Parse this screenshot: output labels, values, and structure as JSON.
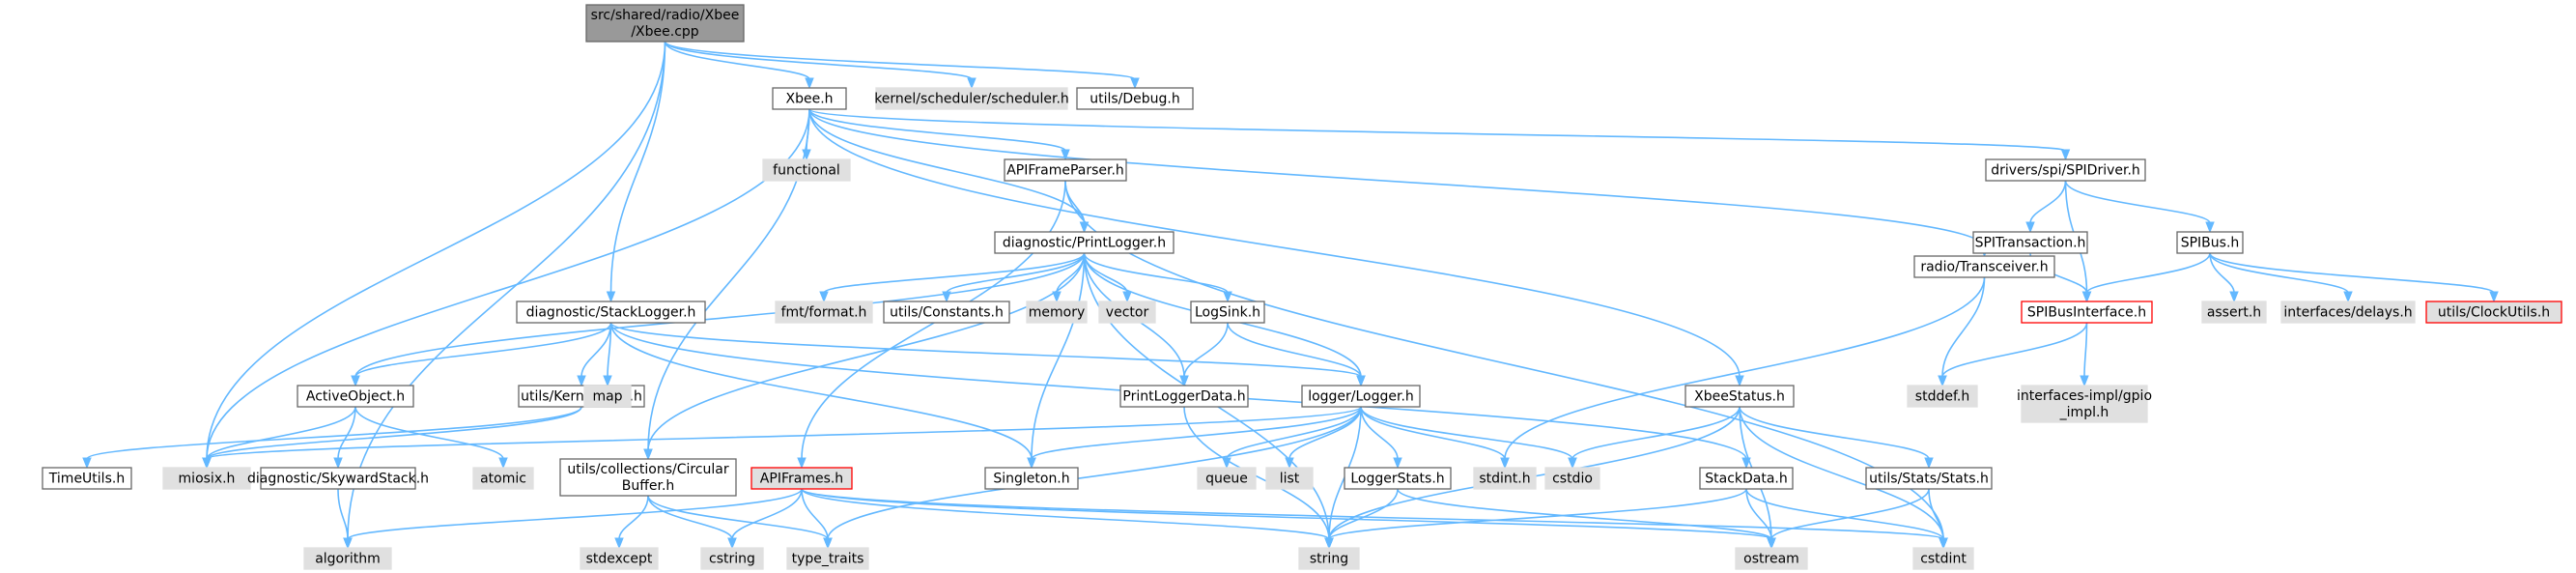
{
  "colors": {
    "root_fill": "#999999",
    "root_stroke": "#666666",
    "doc_fill": "#ffffff",
    "doc_stroke": "#666666",
    "sys_fill": "#e0e0e0",
    "sys_stroke": "#e0e0e0",
    "red_stroke": "#ff0000",
    "edge": "#63b8ff"
  },
  "nodes": [
    {
      "id": "root",
      "kind": "root",
      "lines": [
        "src/shared/radio/Xbee",
        "/Xbee.cpp"
      ]
    },
    {
      "id": "xbee_h",
      "kind": "doc",
      "lines": [
        "Xbee.h"
      ]
    },
    {
      "id": "scheduler",
      "kind": "sys",
      "lines": [
        "kernel/scheduler/scheduler.h"
      ]
    },
    {
      "id": "debug",
      "kind": "doc",
      "lines": [
        "utils/Debug.h"
      ]
    },
    {
      "id": "functional",
      "kind": "sys",
      "lines": [
        "functional"
      ]
    },
    {
      "id": "apiframeparser",
      "kind": "doc",
      "lines": [
        "APIFrameParser.h"
      ]
    },
    {
      "id": "spidriver",
      "kind": "doc",
      "lines": [
        "drivers/spi/SPIDriver.h"
      ]
    },
    {
      "id": "printlogger",
      "kind": "doc",
      "lines": [
        "diagnostic/PrintLogger.h"
      ]
    },
    {
      "id": "spitransaction",
      "kind": "doc",
      "lines": [
        "SPITransaction.h"
      ]
    },
    {
      "id": "spibus",
      "kind": "doc",
      "lines": [
        "SPIBus.h"
      ]
    },
    {
      "id": "stacklogger",
      "kind": "doc",
      "lines": [
        "diagnostic/StackLogger.h"
      ]
    },
    {
      "id": "fmt",
      "kind": "sys",
      "lines": [
        "fmt/format.h"
      ]
    },
    {
      "id": "constants",
      "kind": "doc",
      "lines": [
        "utils/Constants.h"
      ]
    },
    {
      "id": "memory",
      "kind": "sys",
      "lines": [
        "memory"
      ]
    },
    {
      "id": "vector",
      "kind": "sys",
      "lines": [
        "vector"
      ]
    },
    {
      "id": "logsink",
      "kind": "doc",
      "lines": [
        "LogSink.h"
      ]
    },
    {
      "id": "transceiver",
      "kind": "doc",
      "lines": [
        "radio/Transceiver.h"
      ]
    },
    {
      "id": "spibusinterface",
      "kind": "red",
      "lines": [
        "SPIBusInterface.h"
      ]
    },
    {
      "id": "assert",
      "kind": "sys",
      "lines": [
        "assert.h"
      ]
    },
    {
      "id": "delays",
      "kind": "sys",
      "lines": [
        "interfaces/delays.h"
      ]
    },
    {
      "id": "clockutils",
      "kind": "red_light",
      "lines": [
        "utils/ClockUtils.h"
      ]
    },
    {
      "id": "kerneltime",
      "kind": "doc",
      "lines": [
        "utils/KernelTime.h"
      ]
    },
    {
      "id": "activeobject",
      "kind": "doc",
      "lines": [
        "ActiveObject.h"
      ]
    },
    {
      "id": "map",
      "kind": "sys",
      "lines": [
        "map"
      ]
    },
    {
      "id": "printloggerdata",
      "kind": "doc",
      "lines": [
        "PrintLoggerData.h"
      ]
    },
    {
      "id": "logger",
      "kind": "doc",
      "lines": [
        "logger/Logger.h"
      ]
    },
    {
      "id": "xbeestatus",
      "kind": "doc",
      "lines": [
        "XbeeStatus.h"
      ]
    },
    {
      "id": "stddef",
      "kind": "sys",
      "lines": [
        "stddef.h"
      ]
    },
    {
      "id": "gpio",
      "kind": "sys",
      "lines": [
        "interfaces-impl/gpio",
        "_impl.h"
      ]
    },
    {
      "id": "timeutils",
      "kind": "doc",
      "lines": [
        "TimeUtils.h"
      ]
    },
    {
      "id": "miosix",
      "kind": "sys",
      "lines": [
        "miosix.h"
      ]
    },
    {
      "id": "skywardstack",
      "kind": "doc",
      "lines": [
        "diagnostic/SkywardStack.h"
      ]
    },
    {
      "id": "atomic",
      "kind": "sys",
      "lines": [
        "atomic"
      ]
    },
    {
      "id": "circularbuffer",
      "kind": "doc",
      "lines": [
        "utils/collections/Circular",
        "Buffer.h"
      ]
    },
    {
      "id": "apiframes",
      "kind": "red_light",
      "lines": [
        "APIFrames.h"
      ]
    },
    {
      "id": "singleton",
      "kind": "doc",
      "lines": [
        "Singleton.h"
      ]
    },
    {
      "id": "queue",
      "kind": "sys",
      "lines": [
        "queue"
      ]
    },
    {
      "id": "list",
      "kind": "sys",
      "lines": [
        "list"
      ]
    },
    {
      "id": "loggerstats",
      "kind": "doc",
      "lines": [
        "LoggerStats.h"
      ]
    },
    {
      "id": "stdint",
      "kind": "sys",
      "lines": [
        "stdint.h"
      ]
    },
    {
      "id": "cstdio",
      "kind": "sys",
      "lines": [
        "cstdio"
      ]
    },
    {
      "id": "stackdata",
      "kind": "doc",
      "lines": [
        "StackData.h"
      ]
    },
    {
      "id": "stats",
      "kind": "doc",
      "lines": [
        "utils/Stats/Stats.h"
      ]
    },
    {
      "id": "algorithm",
      "kind": "sys",
      "lines": [
        "algorithm"
      ]
    },
    {
      "id": "stdexcept",
      "kind": "sys",
      "lines": [
        "stdexcept"
      ]
    },
    {
      "id": "cstring",
      "kind": "sys",
      "lines": [
        "cstring"
      ]
    },
    {
      "id": "type_traits",
      "kind": "sys",
      "lines": [
        "type_traits"
      ]
    },
    {
      "id": "string",
      "kind": "sys",
      "lines": [
        "string"
      ]
    },
    {
      "id": "ostream",
      "kind": "sys",
      "lines": [
        "ostream"
      ]
    },
    {
      "id": "cstdint",
      "kind": "sys",
      "lines": [
        "cstdint"
      ]
    }
  ],
  "edges": [
    [
      "root",
      "xbee_h"
    ],
    [
      "root",
      "scheduler"
    ],
    [
      "root",
      "debug"
    ],
    [
      "root",
      "stacklogger"
    ],
    [
      "root",
      "miosix"
    ],
    [
      "root",
      "algorithm"
    ],
    [
      "xbee_h",
      "functional"
    ],
    [
      "xbee_h",
      "apiframeparser"
    ],
    [
      "xbee_h",
      "spidriver"
    ],
    [
      "xbee_h",
      "printlogger"
    ],
    [
      "xbee_h",
      "transceiver"
    ],
    [
      "xbee_h",
      "xbeestatus"
    ],
    [
      "xbee_h",
      "circularbuffer"
    ],
    [
      "xbee_h",
      "miosix"
    ],
    [
      "apiframeparser",
      "printlogger"
    ],
    [
      "apiframeparser",
      "apiframes"
    ],
    [
      "apiframeparser",
      "cstdint"
    ],
    [
      "spidriver",
      "spitransaction"
    ],
    [
      "spidriver",
      "spibus"
    ],
    [
      "spidriver",
      "spibusinterface"
    ],
    [
      "spitransaction",
      "spibusinterface"
    ],
    [
      "spibus",
      "spibusinterface"
    ],
    [
      "spibus",
      "assert"
    ],
    [
      "spibus",
      "delays"
    ],
    [
      "spibus",
      "clockutils"
    ],
    [
      "spibusinterface",
      "stddef"
    ],
    [
      "spibusinterface",
      "gpio"
    ],
    [
      "printlogger",
      "fmt"
    ],
    [
      "printlogger",
      "constants"
    ],
    [
      "printlogger",
      "memory"
    ],
    [
      "printlogger",
      "vector"
    ],
    [
      "printlogger",
      "logsink"
    ],
    [
      "printlogger",
      "printloggerdata"
    ],
    [
      "printlogger",
      "logger"
    ],
    [
      "printlogger",
      "activeobject"
    ],
    [
      "printlogger",
      "circularbuffer"
    ],
    [
      "printlogger",
      "singleton"
    ],
    [
      "printlogger",
      "string"
    ],
    [
      "logsink",
      "printloggerdata"
    ],
    [
      "logsink",
      "logger"
    ],
    [
      "printloggerdata",
      "string"
    ],
    [
      "stacklogger",
      "map"
    ],
    [
      "stacklogger",
      "kerneltime"
    ],
    [
      "stacklogger",
      "activeobject"
    ],
    [
      "stacklogger",
      "logger"
    ],
    [
      "stacklogger",
      "singleton"
    ],
    [
      "stacklogger",
      "stackdata"
    ],
    [
      "kerneltime",
      "timeutils"
    ],
    [
      "kerneltime",
      "miosix"
    ],
    [
      "activeobject",
      "miosix"
    ],
    [
      "activeobject",
      "skywardstack"
    ],
    [
      "activeobject",
      "atomic"
    ],
    [
      "skywardstack",
      "algorithm"
    ],
    [
      "circularbuffer",
      "stdexcept"
    ],
    [
      "circularbuffer",
      "cstring"
    ],
    [
      "circularbuffer",
      "type_traits"
    ],
    [
      "logger",
      "singleton"
    ],
    [
      "logger",
      "queue"
    ],
    [
      "logger",
      "list"
    ],
    [
      "logger",
      "loggerstats"
    ],
    [
      "logger",
      "stdint"
    ],
    [
      "logger",
      "cstdio"
    ],
    [
      "logger",
      "string"
    ],
    [
      "logger",
      "type_traits"
    ],
    [
      "logger",
      "miosix"
    ],
    [
      "loggerstats",
      "string"
    ],
    [
      "loggerstats",
      "ostream"
    ],
    [
      "transceiver",
      "stddef"
    ],
    [
      "transceiver",
      "stdint"
    ],
    [
      "xbeestatus",
      "cstdio"
    ],
    [
      "xbeestatus",
      "stats"
    ],
    [
      "xbeestatus",
      "ostream"
    ],
    [
      "xbeestatus",
      "string"
    ],
    [
      "xbeestatus",
      "cstdint"
    ],
    [
      "stats",
      "ostream"
    ],
    [
      "stats",
      "cstdint"
    ],
    [
      "stackdata",
      "string"
    ],
    [
      "stackdata",
      "ostream"
    ],
    [
      "stackdata",
      "cstdint"
    ],
    [
      "apiframes",
      "algorithm"
    ],
    [
      "apiframes",
      "cstring"
    ],
    [
      "apiframes",
      "type_traits"
    ],
    [
      "apiframes",
      "string"
    ],
    [
      "apiframes",
      "ostream"
    ],
    [
      "apiframes",
      "cstdint"
    ]
  ]
}
